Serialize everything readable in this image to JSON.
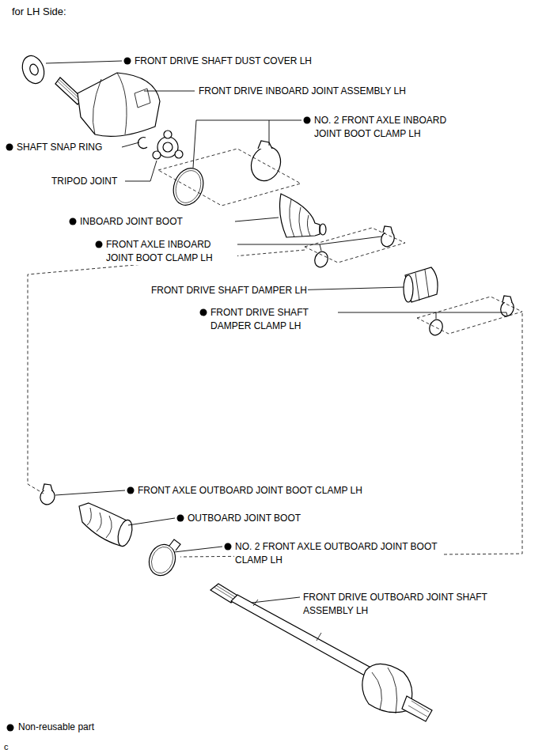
{
  "diagram": {
    "title": "for LH Side:",
    "labels": [
      "FRONT DRIVE SHAFT DUST COVER LH",
      "FRONT DRIVE INBOARD JOINT ASSEMBLY LH",
      "NO. 2 FRONT AXLE INBOARD JOINT BOOT CLAMP LH",
      "SHAFT SNAP RING",
      "TRIPOD JOINT",
      "INBOARD JOINT BOOT",
      "FRONT AXLE INBOARD JOINT BOOT CLAMP LH",
      "FRONT DRIVE SHAFT DAMPER LH",
      "FRONT DRIVE SHAFT DAMPER CLAMP LH",
      "FRONT AXLE OUTBOARD JOINT BOOT CLAMP LH",
      "OUTBOARD JOINT BOOT",
      "NO. 2 FRONT AXLE OUTBOARD JOINT BOOT CLAMP LH",
      "FRONT DRIVE OUTBOARD JOINT SHAFT ASSEMBLY LH",
      "c"
    ],
    "legend": [
      {
        "text": "Non-reusable part"
      }
    ]
  }
}
